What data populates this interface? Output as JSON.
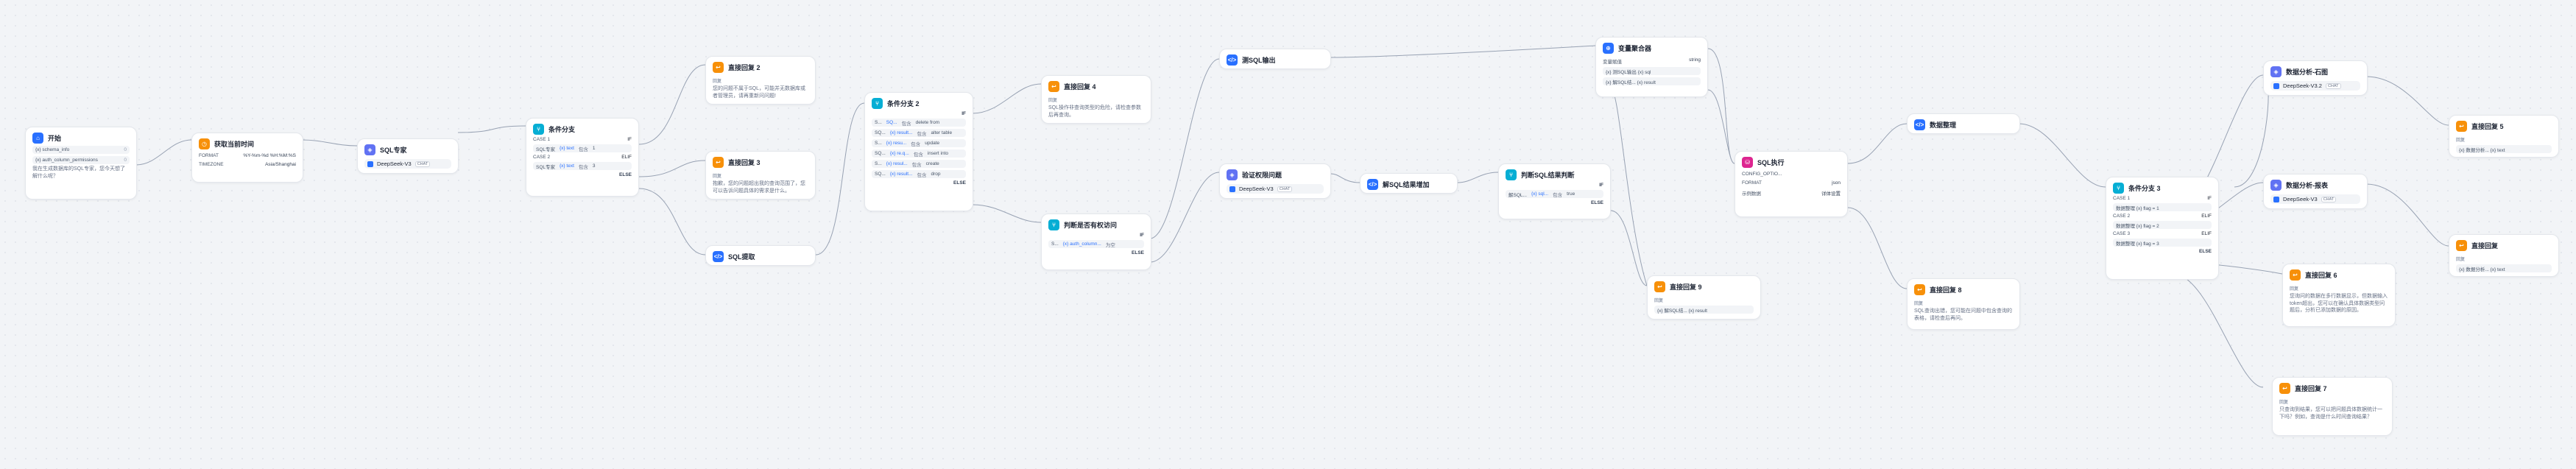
{
  "start": {
    "title": "开始",
    "vars": [
      {
        "name": "{x} schema_info",
        "tag": "0"
      },
      {
        "name": "{x} auth_column_permissions",
        "tag": "0"
      }
    ],
    "opening": "我在生成数据库的SQL专家，您今天想了解什么呢？"
  },
  "get_time": {
    "title": "获取当前时间",
    "format_label": "FORMAT",
    "format_value": "%Y-%m-%d %H:%M:%S",
    "tz_label": "TIMEZONE",
    "tz_value": "Asia/Shanghai"
  },
  "sql_expert": {
    "title": "SQL专家",
    "model": "DeepSeek-V3",
    "mode": "CHAT"
  },
  "cond1": {
    "title": "条件分支",
    "if_label": "IF",
    "case1": "CASE 1",
    "c1_var": "SQL专家",
    "c1_op": "{x} text",
    "c1_cmp": "包含",
    "c1_val": "1",
    "case2": "CASE 2",
    "elif": "ELIF",
    "c2_var": "SQL专家",
    "c2_op": "{x} text",
    "c2_cmp": "包含",
    "c2_val": "3",
    "else": "ELSE"
  },
  "reply2": {
    "title": "直接回复 2",
    "sub": "回复",
    "text": "您的问题不属于SQL，可能并无数据库或者管理员，请再重新问问题!"
  },
  "reply3": {
    "title": "直接回复 3",
    "sub": "回复",
    "text": "抱歉，您的问题超出我的查询范围了，您可以告诉问题具体的需求是什么。"
  },
  "sql_extract": {
    "title": "SQL提取"
  },
  "cond2": {
    "title": "条件分支 2",
    "if": "IF",
    "rows": [
      {
        "a": "S...",
        "b": "SQ...",
        "c": "包含",
        "d": "delete from"
      },
      {
        "a": "SQ...",
        "b": "{x} result...",
        "c": "包含",
        "d": "alter table"
      },
      {
        "a": "S...",
        "b": "{x} resu...",
        "c": "包含",
        "d": "update"
      },
      {
        "a": "SQ...",
        "b": "{x} re.q...",
        "c": "包含",
        "d": "insert into"
      },
      {
        "a": "S...",
        "b": "{x} resul...",
        "c": "包含",
        "d": "create"
      },
      {
        "a": "SQ...",
        "b": "{x} result...",
        "c": "包含",
        "d": "drop"
      }
    ],
    "else": "ELSE"
  },
  "reply4": {
    "title": "直接回复 4",
    "sub": "回复",
    "text": "SQL操作非查询类型的危险，请检查参数后再查询。"
  },
  "judge_auth": {
    "title": "判断是否有权访问",
    "if": "IF",
    "var": "S...",
    "val": "{x} auth_column...",
    "cmp": "为空",
    "else": "ELSE"
  },
  "test_sql": {
    "title": "测SQL输出"
  },
  "validate": {
    "title": "验证权限问题",
    "model": "DeepSeek-V3",
    "mode": "CHAT"
  },
  "parse_sql": {
    "title": "解SQL结果增加"
  },
  "judge_sql": {
    "title": "判断SQL结果判断",
    "if": "IF",
    "var": "解SQL...",
    "val": "{x} sql...",
    "cmp": "包含",
    "val2": "true",
    "else": "ELSE"
  },
  "var_agg": {
    "title": "变量聚合器",
    "type_label": "变量赋值",
    "type_value": "string",
    "rows": [
      "{x} 测SQL输出   {x} sql",
      "{x} 解SQL结...  {x} result"
    ]
  },
  "sql_exec": {
    "title": "SQL执行",
    "config_label": "CONFIG_OPTIO...",
    "format_label": "FORMAT",
    "format_value": "json",
    "db_label": "示例数据",
    "db_value": "详体设置"
  },
  "reply9": {
    "title": "直接回复 9",
    "sub": "回复",
    "row": "{x} 解SQL结...  {x} result"
  },
  "data_process": {
    "title": "数据整理"
  },
  "reply8": {
    "title": "直接回复 8",
    "sub": "回复",
    "text": "SQL查询出错，您可能在问题中包含查询的表格，请检查后再问。"
  },
  "cond3": {
    "title": "条件分支 3",
    "if": "IF",
    "case1": "CASE 1",
    "c1": "数据整理  {x} flag  = 1",
    "case2": "CASE 2",
    "elif": "ELIF",
    "c2": "数据整理  {x} flag  = 2",
    "case3": "CASE 3",
    "elif3": "ELIF",
    "c3": "数据整理  {x} flag  = 3",
    "else": "ELSE"
  },
  "analysis_bar": {
    "title": "数据分析-石图",
    "model": "DeepSeek-V3.2",
    "mode": "CHAT"
  },
  "analysis_table": {
    "title": "数据分析-报表",
    "model": "DeepSeek-V3",
    "mode": "CHAT"
  },
  "reply5": {
    "title": "直接回复 5",
    "sub": "回复",
    "row": "{x} 数据分析...  {x} text"
  },
  "reply_r": {
    "title": "直接回复",
    "sub": "回复",
    "row": "{x} 数据分析...  {x} text"
  },
  "reply6": {
    "title": "直接回复 6",
    "sub": "回复",
    "text": "您询问的数据在多行数据显示，但数据输入token超出，您可以在确认具体数据类型问题后，分析已添加数据的原因。"
  },
  "reply7": {
    "title": "直接回复 7",
    "sub": "回复",
    "text": "只查询到结果，您可以把问题具体数据统计一下吗？例如，查询是什么时间查询结果？"
  },
  "colors": {
    "start": "#2970ff",
    "reply": "#f79009",
    "branch": "#06aed4",
    "llm": "#6172f3",
    "code": "#dd2590",
    "edge": "#98a2b3"
  }
}
